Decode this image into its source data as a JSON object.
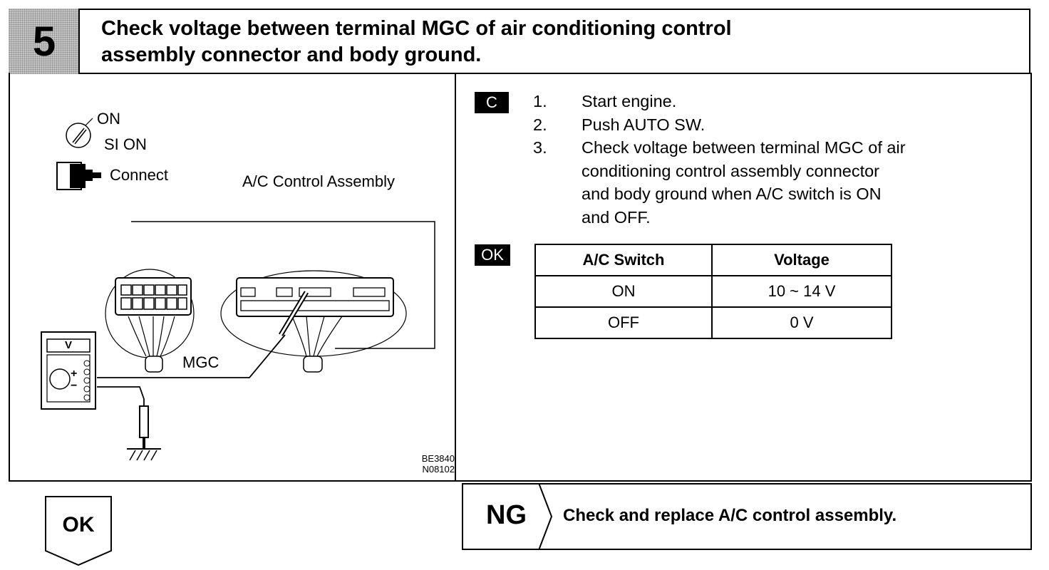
{
  "step": {
    "number": "5",
    "title_line1": "Check voltage between terminal MGC of air conditioning control",
    "title_line2": "assembly connector and body ground."
  },
  "diagram": {
    "legend_on": "ON",
    "legend_si_on": "SI ON",
    "legend_connect": "Connect",
    "assembly_label": "A/C Control Assembly",
    "meter_label": "V",
    "plus": "+",
    "minus": "−",
    "terminal_label": "MGC",
    "codes": [
      "BE3840",
      "N08102"
    ]
  },
  "procedure": {
    "badge": "C",
    "steps": [
      {
        "num": "1.",
        "lines": [
          "Start engine."
        ]
      },
      {
        "num": "2.",
        "lines": [
          "Push AUTO SW."
        ]
      },
      {
        "num": "3.",
        "lines": [
          "Check voltage between terminal MGC of air",
          "conditioning control assembly connector",
          "and body ground when A/C switch is ON",
          "and OFF."
        ]
      }
    ]
  },
  "ok_badge": "OK",
  "spec_table": {
    "headers": [
      "A/C Switch",
      "Voltage"
    ],
    "rows": [
      [
        "ON",
        "10 ~ 14 V"
      ],
      [
        "OFF",
        "0 V"
      ]
    ]
  },
  "result_ok": "OK",
  "result_ng": {
    "label": "NG",
    "action": "Check and replace A/C control assembly."
  }
}
